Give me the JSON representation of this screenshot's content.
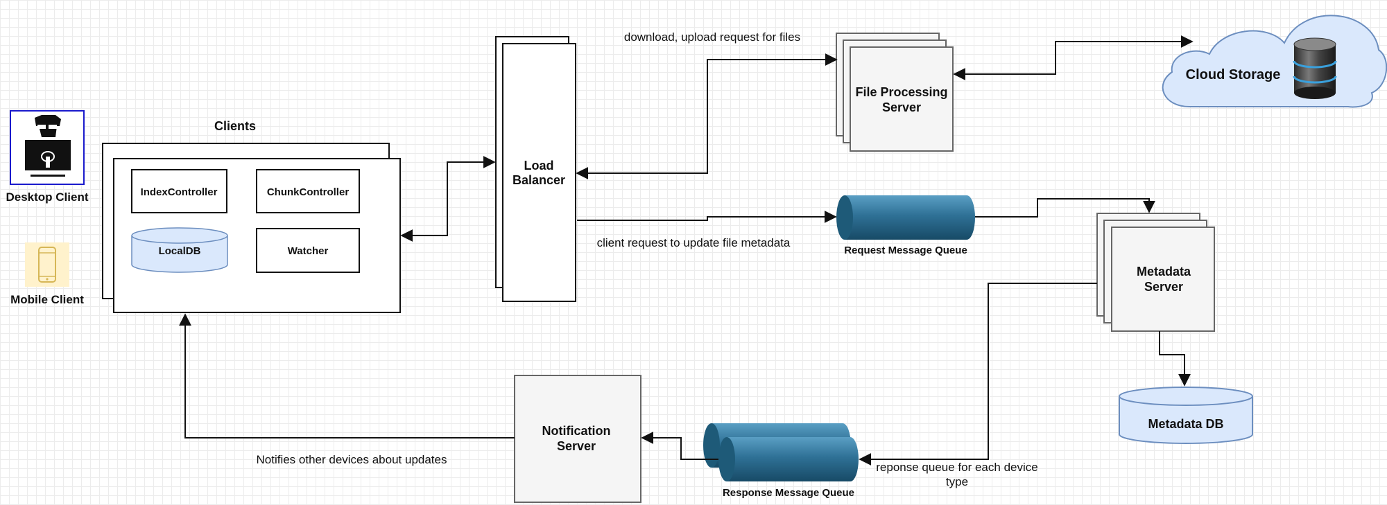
{
  "actors": {
    "desktop_client": "Desktop Client",
    "mobile_client": "Mobile Client"
  },
  "clients": {
    "title": "Clients",
    "index_controller": "IndexController",
    "chunk_controller": "ChunkController",
    "local_db": "LocalDB",
    "watcher": "Watcher"
  },
  "load_balancer": {
    "line1": "Load",
    "line2": "Balancer"
  },
  "file_processing": {
    "line1": "File Processing",
    "line2": "Server"
  },
  "cloud_storage": {
    "label": "Cloud Storage"
  },
  "request_queue": {
    "label": "Request Message Queue"
  },
  "metadata_server": {
    "line1": "Metadata",
    "line2": "Server"
  },
  "metadata_db": {
    "label": "Metadata DB"
  },
  "notification_server": {
    "line1": "Notification",
    "line2": "Server"
  },
  "response_queue": {
    "label": "Response Message Queue"
  },
  "edge_labels": {
    "download_upload": "download, upload request for files",
    "update_metadata": "client request to update file metadata",
    "notifies": "Notifies other devices about updates",
    "response_line1": "reponse queue for each device",
    "response_line2": "type"
  },
  "colors": {
    "stroke": "#222222",
    "box_fill": "#f5f5f5",
    "db_fill": "#dae8fc",
    "db_stroke": "#6c8ebf",
    "queue_dark": "#1e5a78",
    "queue_light": "#4a8fb3",
    "desktop_border": "#1a1acc",
    "mobile_fill": "#fff2cc",
    "mobile_stroke": "#d6b656"
  }
}
